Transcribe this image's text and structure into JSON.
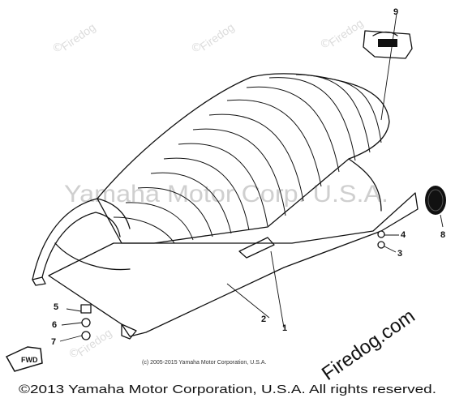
{
  "watermark": {
    "firedog_small": "Firedog",
    "yamaha": "Yamaha Motor Corp. U.S.A.",
    "firedog_big": "Firedog.com"
  },
  "source_line": "(c) 2005-2015 Yamaha Motor Corporation, U.S.A.",
  "footer_copyright": "©2013 Yamaha Motor Corporation, U.S.A. All rights reserved.",
  "front_arrow_label": "FWD",
  "callouts": {
    "c1": "1",
    "c2": "2",
    "c3": "3",
    "c4": "4",
    "c5": "5",
    "c6": "6",
    "c7": "7",
    "c8": "8",
    "c9": "9"
  }
}
